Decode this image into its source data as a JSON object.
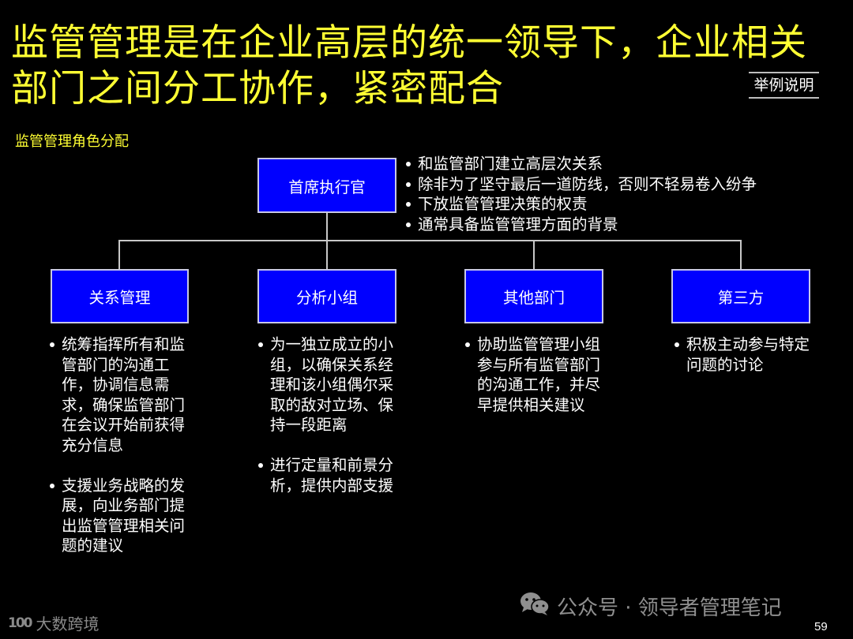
{
  "slide": {
    "title_line1": "监管管理是在企业高层的统一领导下，企业相关",
    "title_line2": "部门之间分工协作，紧密配合",
    "example_tag": "举例说明",
    "subtitle": "监管管理角色分配",
    "page_number": "59"
  },
  "org_chart": {
    "root": {
      "label": "首席执行官",
      "bullets": [
        "和监管部门建立高层次关系",
        "除非为了坚守最后一道防线，否则不轻易卷入纷争",
        "下放监管管理决策的权责",
        "通常具备监管管理方面的背景"
      ]
    },
    "children": [
      {
        "label": "关系管理",
        "bullets": [
          "统筹指挥所有和监管部门的沟通工作，协调信息需求，确保监管部门在会议开始前获得充分信息",
          "支援业务战略的发展，向业务部门提出监管管理相关问题的建议"
        ]
      },
      {
        "label": "分析小组",
        "bullets": [
          "为一独立成立的小组，以确保关系经理和该小组偶尔采取的敌对立场、保持一段距离",
          "进行定量和前景分析，提供内部支援"
        ]
      },
      {
        "label": "其他部门",
        "bullets": [
          "协助监管管理小组参与所有监管部门的沟通工作，并尽早提供相关建议"
        ]
      },
      {
        "label": "第三方",
        "bullets": [
          "积极主动参与特定问题的讨论"
        ]
      }
    ]
  },
  "footer": {
    "logo_mark": "100",
    "logo_text": "大数跨境",
    "wechat_icon": "wechat-icon",
    "wechat_text": "公众号 · 领导者管理笔记"
  },
  "colors": {
    "title": "#ffff33",
    "box_fill": "#0000ff",
    "box_border": "#c8c8e6",
    "background": "#000000",
    "connector": "#c8c8c8"
  }
}
